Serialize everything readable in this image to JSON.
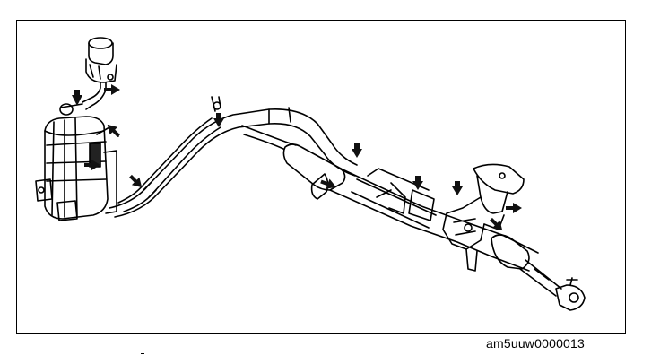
{
  "figure": {
    "image_code": "am5uuw0000013",
    "colors": {
      "line": "#000000",
      "background": "#ffffff",
      "arrow": "#111111"
    },
    "components": [
      "reservoir-tank",
      "electric-pump-motor",
      "pressure-hose",
      "return-hose",
      "steering-gear-housing",
      "gear-valve-body",
      "tie-rod",
      "tie-rod-end"
    ]
  }
}
